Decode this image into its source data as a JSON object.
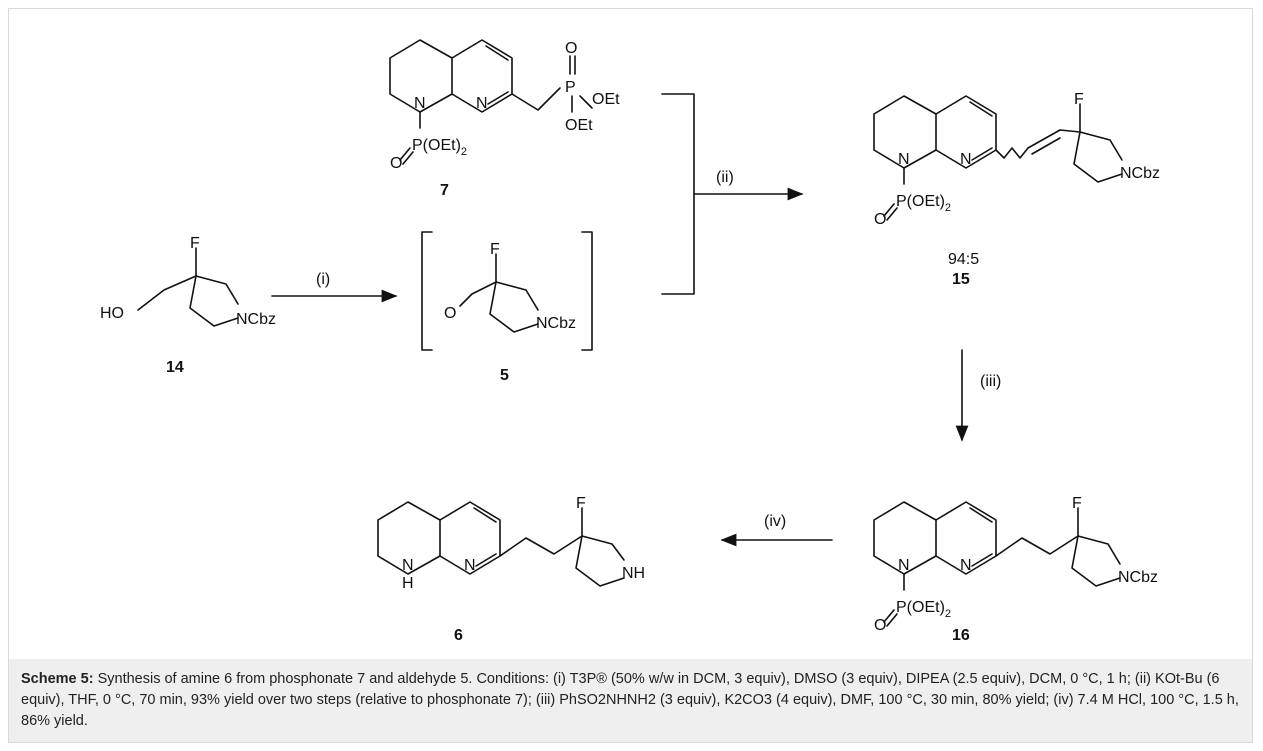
{
  "compounds": {
    "c7": "7",
    "c5": "5",
    "c14": "14",
    "c15": "15",
    "c16": "16",
    "c6": "6"
  },
  "ratio": "94:5",
  "steps": {
    "i": "(i)",
    "ii": "(ii)",
    "iii": "(iii)",
    "iv": "(iv)"
  },
  "atoms": {
    "N": "N",
    "O": "O",
    "F": "F",
    "P": "P",
    "OEt": "OEt",
    "HO": "HO",
    "NCbz": "NCbz",
    "NH": "NH",
    "H": "H",
    "P_OEt2": "P(OEt)",
    "sub2": "2"
  },
  "caption": {
    "label": "Scheme 5:",
    "text": "Synthesis of amine 6 from phosphonate 7 and aldehyde 5. Conditions: (i) T3P® (50% w/w in DCM, 3 equiv), DMSO (3 equiv), DIPEA (2.5 equiv), DCM, 0 °C, 1 h; (ii) KOt-Bu (6 equiv), THF, 0 °C, 70 min, 93% yield over two steps (relative to phosphonate 7); (iii) PhSO2NHNH2 (3 equiv), K2CO3 (4 equiv), DMF, 100 °C, 30 min, 80% yield; (iv) 7.4 M HCl, 100 °C, 1.5 h, 86% yield."
  }
}
